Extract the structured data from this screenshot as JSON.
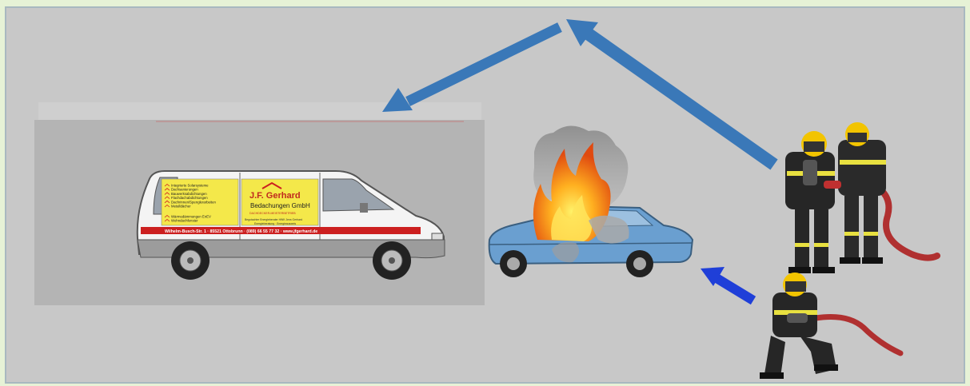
{
  "colors": {
    "background": "#c8c8c8",
    "frame": "#e6f2d6",
    "arrow_main": "#3a78b8",
    "arrow_small": "#1f3fd8",
    "van_stripe": "#cc1f1f",
    "van_sign": "#f4e84a",
    "car": "#6a9fd0",
    "fire": "#f08a1a",
    "hose": "#b03030",
    "suit": "#2a2a2a",
    "helmet": "#f2c400"
  },
  "van": {
    "company_name": "J.F. Gerhard",
    "company_sub": "Bedachungen GmbH",
    "company_tag": "DACHDECKER-MEISTERBETRIEB",
    "services": [
      "Integrierte Solarsysteme",
      "Dachsanierungen",
      "Bauwerksabdichtungen",
      "Flachdachabdichtungen",
      "Dachrinnen/Spenglerarbeiten",
      "Metalldächer"
    ],
    "services_lower": [
      "Wärmedämmungen EnEV",
      "Wohndachfenster"
    ],
    "small_print_1": "Begutachter Energieberater HWK Jens Gerhard",
    "small_print_2": "Energieberatung · Energieausweis",
    "stripe_text": "Wilhelm-Busch-Str. 1 · 85521 Ottobrunn · (089) 66 55 77 32 · www.jfgerhard.de"
  },
  "icons": {
    "arrow_1": "arrow-to-van",
    "arrow_2": "arrow-from-firefighters",
    "arrow_3": "arrow-to-car",
    "car": "burning-car",
    "ff": "firefighter"
  }
}
